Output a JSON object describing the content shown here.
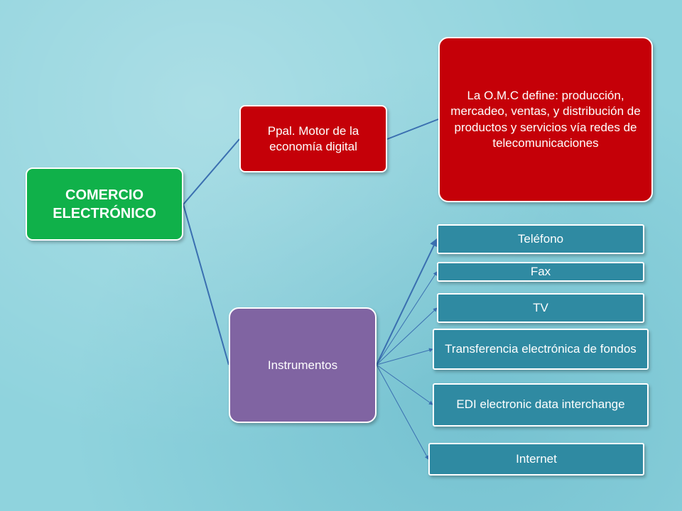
{
  "diagram": {
    "root": {
      "label": "COMERCIO ELECTRÓNICO",
      "color": "#10b14a"
    },
    "motor": {
      "label": "Ppal. Motor de la economía digital",
      "color": "#c50008"
    },
    "omc": {
      "label": "La O.M.C  define: producción, mercadeo, ventas, y distribución de productos y servicios vía redes de telecomunicaciones",
      "color": "#c50008"
    },
    "instrumentos": {
      "label": "Instrumentos",
      "color": "#8064a2"
    },
    "leaves": [
      {
        "label": "Teléfono"
      },
      {
        "label": "Fax"
      },
      {
        "label": "TV"
      },
      {
        "label": "Transferencia electrónica de fondos"
      },
      {
        "label": "EDI electronic data interchange"
      },
      {
        "label": "Internet"
      }
    ],
    "leaf_color": "#2f8aa2",
    "connector_color": "#3a6fb0"
  }
}
